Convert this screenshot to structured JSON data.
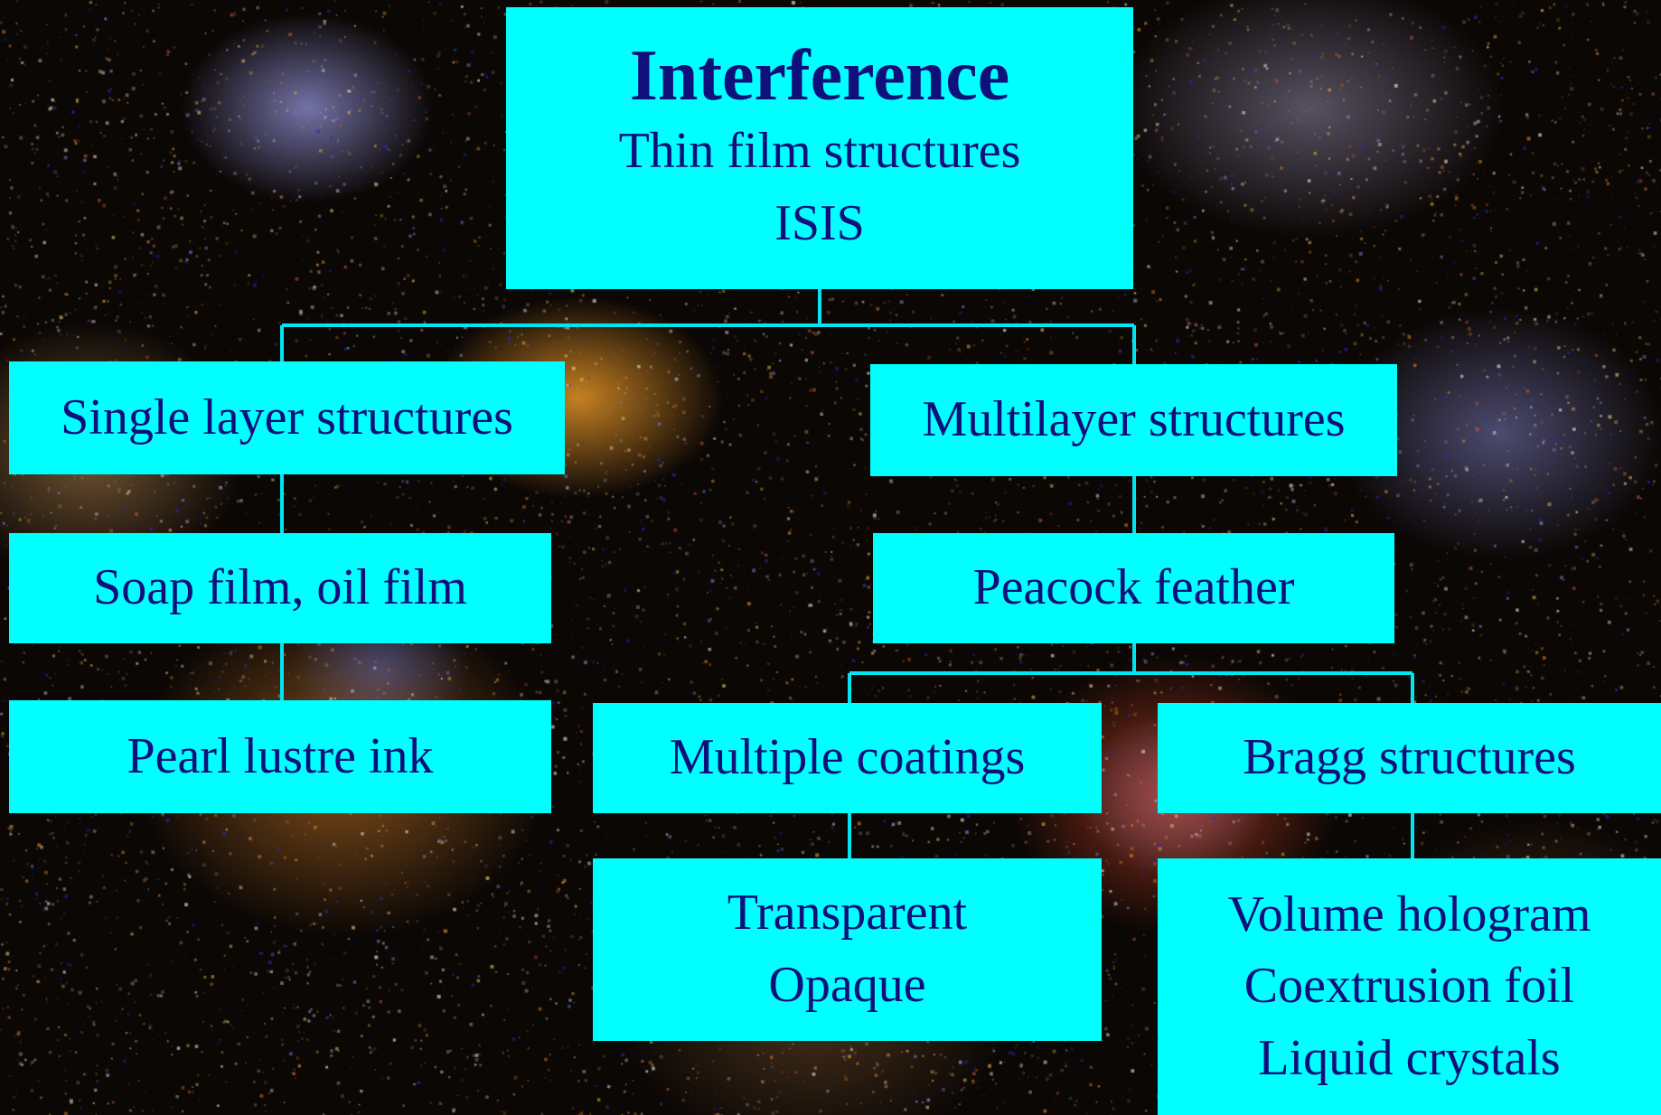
{
  "colors": {
    "box_fill": "#00ffff",
    "text": "#10107a",
    "connector": "#00e5ef",
    "background": "#0b0705"
  },
  "root": {
    "title": "Interference",
    "line1": "Thin film structures",
    "line2": "ISIS"
  },
  "single_layer": {
    "title": "Single layer structures",
    "child": "Soap film, oil film",
    "grandchild": "Pearl lustre ink"
  },
  "multilayer": {
    "title": "Multilayer structures",
    "child": "Peacock feather",
    "branches": [
      {
        "title": "Multiple coatings",
        "items": [
          "Transparent",
          "Opaque"
        ]
      },
      {
        "title": "Bragg structures",
        "items": [
          "Volume hologram",
          "Coextrusion foil",
          "Liquid crystals"
        ]
      }
    ]
  }
}
